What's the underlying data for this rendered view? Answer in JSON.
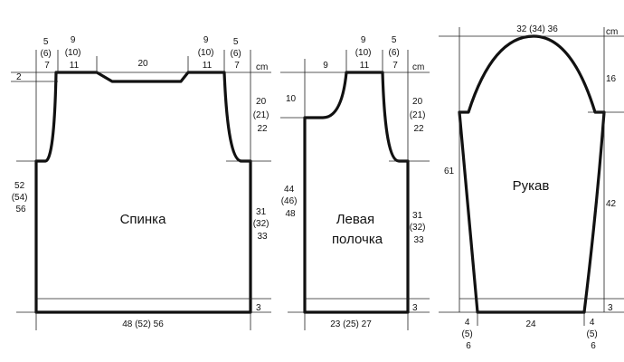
{
  "unit": "cm",
  "back": {
    "name": "Спинка",
    "shoulder": [
      "5",
      "(6)",
      "7"
    ],
    "shoulder_strap": [
      "9",
      "(10)",
      "11"
    ],
    "neck": "20",
    "neck_depth": "2",
    "armhole": [
      "20",
      "(21)",
      "22"
    ],
    "side": [
      "31",
      "(32)",
      "33"
    ],
    "side_left": [
      "52",
      "(54)",
      "56"
    ],
    "width": "48 (52) 56",
    "hem": "3"
  },
  "front": {
    "name_line1": "Левая",
    "name_line2": "полочка",
    "neck": "9",
    "neck_depth": "10",
    "shoulder_strap": [
      "9",
      "(10)",
      "11"
    ],
    "shoulder": [
      "5",
      "(6)",
      "7"
    ],
    "armhole": [
      "20",
      "(21)",
      "22"
    ],
    "side": [
      "31",
      "(32)",
      "33"
    ],
    "side_left": [
      "44",
      "(46)",
      "48"
    ],
    "width": "23 (25) 27",
    "hem": "3"
  },
  "sleeve": {
    "name": "Рукав",
    "cap_width": "32 (34) 36",
    "cap_height": "16",
    "length": "61",
    "side": "42",
    "cuff": "24",
    "cuff_side": [
      "4",
      "(5)",
      "6"
    ],
    "hem": "3"
  }
}
